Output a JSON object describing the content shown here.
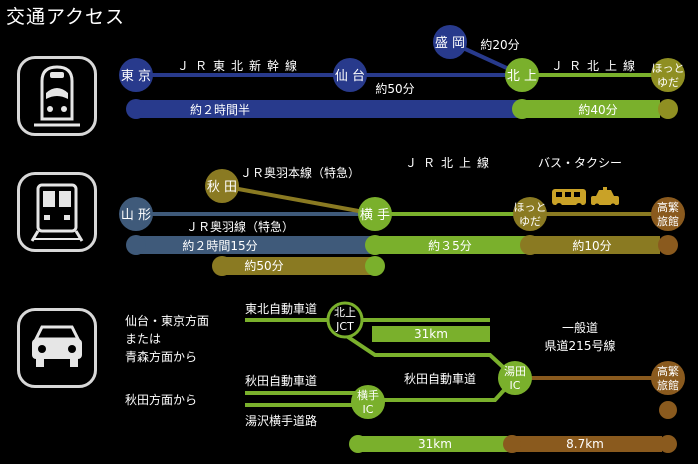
{
  "title": "交通アクセス",
  "section1": {
    "stations": {
      "tokyo": "東 京",
      "sendai": "仙 台",
      "morioka": "盛 岡",
      "kitakami": "北 上",
      "yuda": [
        "ほっと",
        "ゆだ"
      ]
    },
    "line_tohoku": "ＪＲ東北新幹線",
    "line_kitakami": "ＪＲ北上線",
    "time_sendai_kitakami": "約50分",
    "time_morioka_kitakami": "約20分",
    "time_total": "約２時間半",
    "time_kitakami_yuda": "約40分"
  },
  "section2": {
    "stations": {
      "yamagata": "山 形",
      "akita": "秋 田",
      "yokote": "横 手",
      "yuda": [
        "ほっと",
        "ゆだ"
      ],
      "takashige": [
        "高繁",
        "旅館"
      ]
    },
    "line_ou_main": "ＪＲ奥羽本線（特急）",
    "line_ou": "ＪＲ奥羽線（特急）",
    "line_kitakami": "ＪＲ北上線",
    "bus_taxi": "バス・タクシー",
    "time_yamagata_yokote": "約２時間15分",
    "time_akita_yokote": "約50分",
    "time_yokote_yuda": "約３5分",
    "time_yuda_takashige": "約10分"
  },
  "section3": {
    "origin_sendai": [
      "仙台・東京方面",
      "または",
      "青森方面から"
    ],
    "origin_akita": "秋田方面から",
    "road_tohoku": "東北自動車道",
    "jct_kitakami": [
      "北上",
      "JCT"
    ],
    "dist_31_top": "31km",
    "ic_yuda": [
      "湯田",
      "IC"
    ],
    "road_prefectural": [
      "一般道",
      "県道215号線"
    ],
    "takashige": [
      "高繁",
      "旅館"
    ],
    "road_akita_left": "秋田自動車道",
    "road_akita_mid": "秋田自動車道",
    "ic_yokote": [
      "横手",
      "IC"
    ],
    "road_yuzawa": "湯沢横手道路",
    "dist_31_bottom": "31km",
    "dist_87": "8.7km"
  },
  "colors": {
    "navy": "#283a8c",
    "green": "#7ab02c",
    "olive": "#8f8f22",
    "gold": "#8a7a22",
    "slate": "#3f5a7a",
    "brown": "#8a5a1e",
    "track_gray": "#d8d8d8"
  },
  "icons": [
    "shinkansen-icon",
    "train-icon",
    "car-icon",
    "bus-icon",
    "taxi-icon"
  ]
}
